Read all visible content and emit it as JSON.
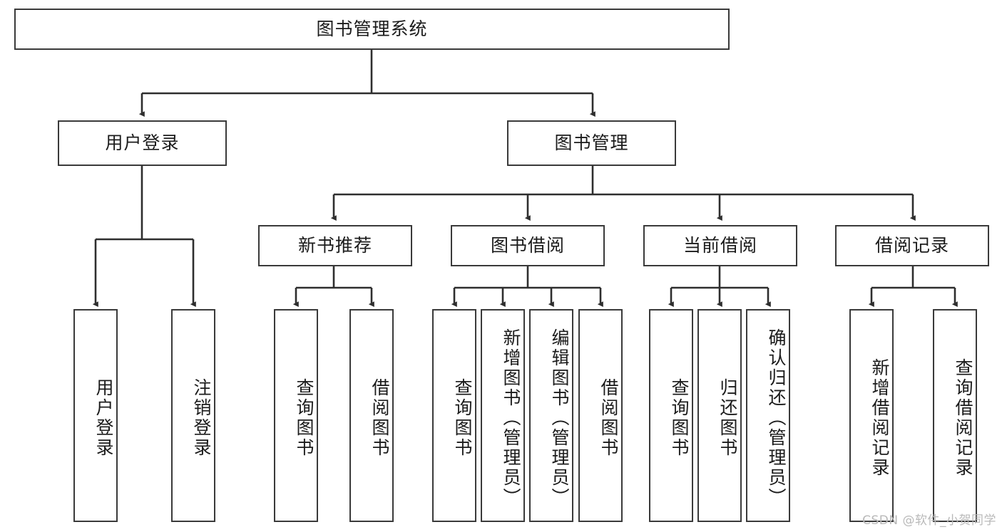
{
  "diagram": {
    "type": "tree-hierarchy-chart",
    "title_node": {
      "id": "root",
      "label": "图书管理系统"
    },
    "level2": [
      {
        "id": "login",
        "label": "用户登录"
      },
      {
        "id": "bookmgmt",
        "label": "图书管理"
      }
    ],
    "level3": [
      {
        "id": "newbook",
        "label": "新书推荐",
        "parent": "bookmgmt"
      },
      {
        "id": "borrow",
        "label": "图书借阅",
        "parent": "bookmgmt"
      },
      {
        "id": "current",
        "label": "当前借阅",
        "parent": "bookmgmt"
      },
      {
        "id": "record",
        "label": "借阅记录",
        "parent": "bookmgmt"
      }
    ],
    "leaves": [
      {
        "id": "leaf-user-login",
        "label": "用户登录",
        "parent": "login"
      },
      {
        "id": "leaf-user-logout",
        "label": "注销登录",
        "parent": "login"
      },
      {
        "id": "leaf-query-book-1",
        "label": "查询图书",
        "parent": "newbook"
      },
      {
        "id": "leaf-borrow-book-1",
        "label": "借阅图书",
        "parent": "newbook"
      },
      {
        "id": "leaf-query-book-2",
        "label": "查询图书",
        "parent": "borrow"
      },
      {
        "id": "leaf-add-book",
        "label": "新增图书（管理员）",
        "parent": "borrow"
      },
      {
        "id": "leaf-edit-book",
        "label": "编辑图书（管理员）",
        "parent": "borrow"
      },
      {
        "id": "leaf-borrow-book-2",
        "label": "借阅图书",
        "parent": "borrow"
      },
      {
        "id": "leaf-query-book-3",
        "label": "查询图书",
        "parent": "current"
      },
      {
        "id": "leaf-return-book",
        "label": "归还图书",
        "parent": "current"
      },
      {
        "id": "leaf-confirm-return",
        "label": "确认归还（管理员）",
        "parent": "current"
      },
      {
        "id": "leaf-add-record",
        "label": "新增借阅记录",
        "parent": "record"
      },
      {
        "id": "leaf-query-record",
        "label": "查询借阅记录",
        "parent": "record"
      }
    ],
    "watermark": "CSDN @软件_小贺同学",
    "colors": {
      "border": "#3a3a3a",
      "text": "#1b1b1b",
      "background": "#ffffff",
      "edge": "#2e2e2e",
      "watermark": "#b9b9b9"
    }
  }
}
